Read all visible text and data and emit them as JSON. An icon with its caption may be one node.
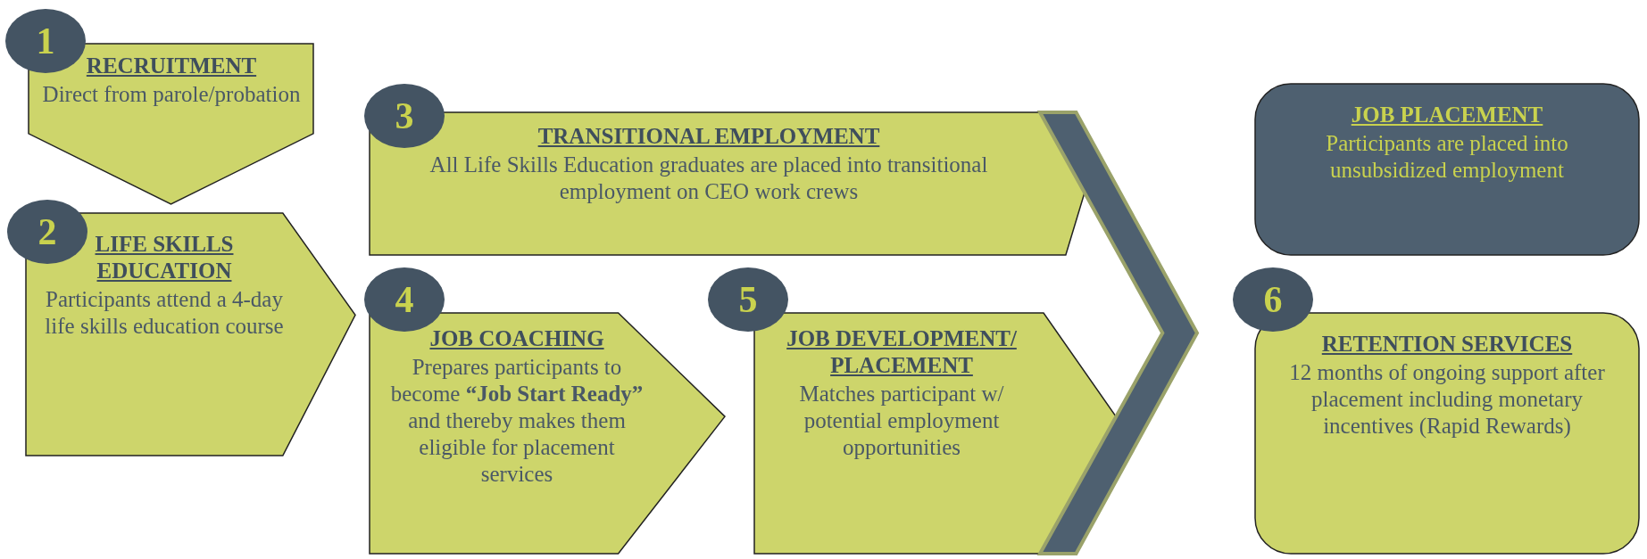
{
  "diagram": {
    "nodes": [
      {
        "text": [
          "1"
        ]
      },
      {
        "text": [
          "RECRUITMENT",
          "Direct from parole/probation"
        ]
      },
      {
        "text": [
          "2"
        ]
      },
      {
        "text": [
          "LIFE SKILLS EDUCATION",
          "Participants attend a 4-day life skills education course"
        ]
      },
      {
        "text": [
          "3"
        ]
      },
      {
        "text": [
          "TRANSITIONAL EMPLOYMENT",
          "All Life Skills Education graduates are placed into transitional employment on CEO work crews"
        ]
      },
      {
        "text": [
          "4"
        ]
      },
      {
        "text": [
          "JOB COACHING",
          "Prepares participants to become **“Job Start Ready”** and thereby makes them eligible for placement services"
        ]
      },
      {
        "text": [
          "5"
        ]
      },
      {
        "text": [
          "JOB DEVELOPMENT/ PLACEMENT",
          "Matches participant w/ potential employment opportunities"
        ]
      },
      {
        "text": [],
        "shape": "chevron"
      },
      {
        "text": [
          "JOB PLACEMENT",
          "Participants are placed into unsubsidized employment"
        ]
      },
      {
        "text": [
          "6"
        ]
      },
      {
        "text": [
          "RETENTION SERVICES",
          "12 months of ongoing support after placement including monetary incentives (Rapid Rewards)"
        ]
      }
    ]
  }
}
